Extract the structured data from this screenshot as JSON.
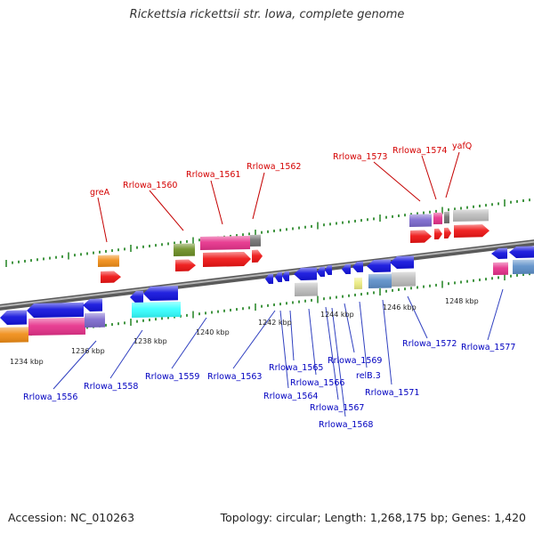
{
  "title": "Rickettsia rickettsii str. Iowa, complete genome",
  "footer": {
    "accession": "Accession: NC_010263",
    "summary": "Topology: circular; Length: 1,268,175 bp; Genes: 1,420"
  },
  "colors": {
    "backbone": "#888888",
    "tick": "#2e8b2e",
    "forward_label": "#d40000",
    "reverse_label": "#0000c0",
    "leader_line_forward": "#c40000",
    "leader_line_reverse": "#3040c0"
  },
  "scale_labels": [
    "1234 kbp",
    "1236 kbp",
    "1238 kbp",
    "1240 kbp",
    "1242 kbp",
    "1244 kbp",
    "1246 kbp",
    "1248 kbp"
  ],
  "forward_labels": [
    "greA",
    "Rrlowa_1560",
    "Rrlowa_1561",
    "Rrlowa_1562",
    "Rrlowa_1573",
    "Rrlowa_1574",
    "yafQ"
  ],
  "reverse_labels": [
    "Rrlowa_1556",
    "Rrlowa_1558",
    "Rrlowa_1559",
    "Rrlowa_1563",
    "Rrlowa_1564",
    "Rrlowa_1565",
    "Rrlowa_1566",
    "Rrlowa_1567",
    "Rrlowa_1568",
    "Rrlowa_1569",
    "relB.3",
    "Rrlowa_1571",
    "Rrlowa_1572",
    "Rrlowa_1577"
  ]
}
